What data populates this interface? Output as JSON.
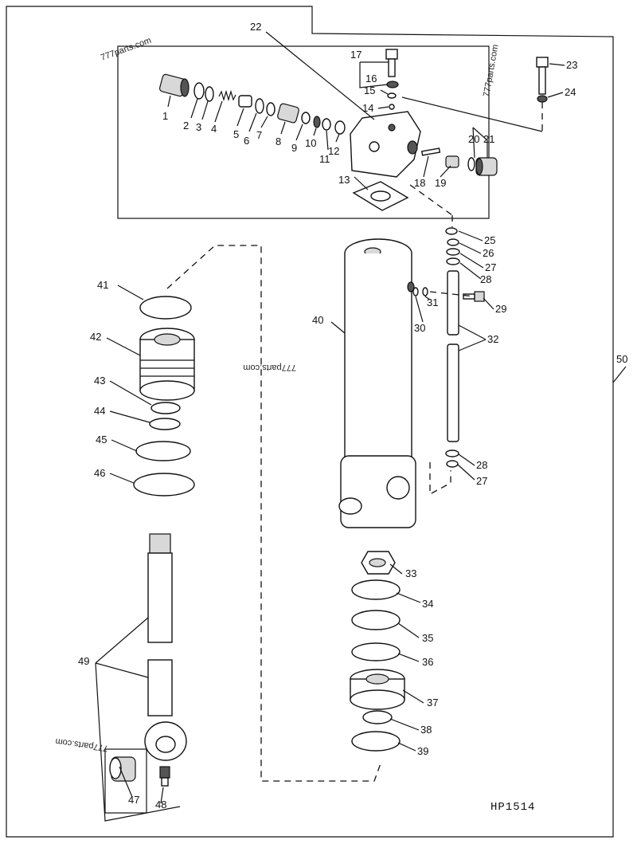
{
  "diagram": {
    "drawing_code": "HP1514",
    "watermarks": [
      "777parts.com",
      "777parts.com",
      "777parts.com",
      "777parts.com"
    ],
    "callouts": [
      "1",
      "2",
      "3",
      "4",
      "5",
      "6",
      "7",
      "8",
      "9",
      "10",
      "11",
      "12",
      "13",
      "14",
      "15",
      "16",
      "17",
      "18",
      "19",
      "20",
      "21",
      "22",
      "23",
      "24",
      "25",
      "26",
      "27",
      "28",
      "29",
      "30",
      "31",
      "32",
      "33",
      "34",
      "35",
      "36",
      "37",
      "38",
      "39",
      "40",
      "41",
      "42",
      "43",
      "44",
      "45",
      "46",
      "47",
      "48",
      "49",
      "50",
      "28",
      "27"
    ]
  }
}
